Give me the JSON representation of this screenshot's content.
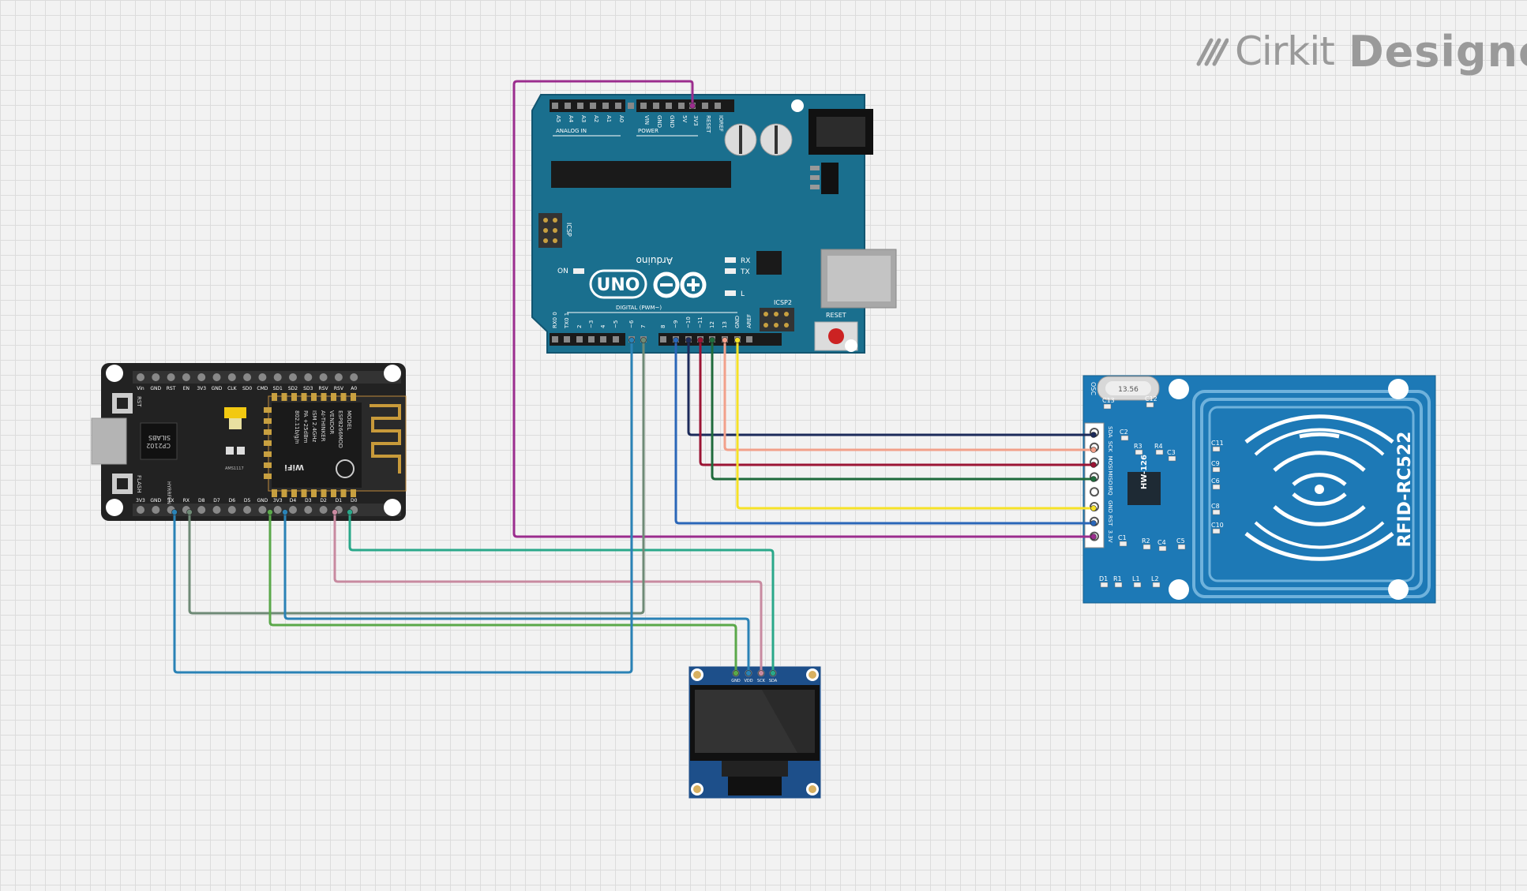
{
  "brand": {
    "name_light": "Cirkit",
    "name_bold": "Designer"
  },
  "components": {
    "arduino": {
      "brand": "Arduino",
      "model": "UNO",
      "reset_label": "RESET",
      "on_label": "ON",
      "rx_label": "RX",
      "tx_label": "TX",
      "l_label": "L",
      "icsp_label": "ICSP",
      "icsp2_label": "ICSP2",
      "analog_label": "ANALOG IN",
      "power_label": "POWER",
      "digital_label": "DIGITAL (PWM~)",
      "top_pins": [
        "A5",
        "A4",
        "A3",
        "A2",
        "A1",
        "A0",
        "",
        "VIN",
        "GND",
        "GND",
        "5V",
        "3V3",
        "RESET",
        "IOREF"
      ],
      "bottom_pins": [
        "RX0 0",
        "TX0 1",
        "2",
        "~3",
        "4",
        "~5",
        "~6",
        "7",
        "8",
        "~9",
        "~10",
        "~11",
        "12",
        "13",
        "GND",
        "AREF"
      ]
    },
    "nodemcu": {
      "top_pins": [
        "Vin",
        "GND",
        "RST",
        "EN",
        "3V3",
        "GND",
        "CLK",
        "SD0",
        "CMD",
        "SD1",
        "SD2",
        "SD3",
        "RSV",
        "RSV",
        "A0"
      ],
      "bottom_pins": [
        "3V3",
        "GND",
        "TX",
        "RX",
        "D8",
        "D7",
        "D6",
        "D5",
        "GND",
        "3V3",
        "D4",
        "D3",
        "D2",
        "D1",
        "D0"
      ],
      "chip_lines": [
        "SILABS",
        "CP2102"
      ],
      "module_lines": [
        "MODEL",
        "ESP8266MOD",
        "VENDOR",
        "AI-THINKER",
        "ISM 2.4GHz",
        "PA +25dBm",
        "802.11b/g/n"
      ],
      "rst_label": "RST",
      "flash_label": "FLASH",
      "maker_label": "HYRRFUN",
      "reg_label": "AMS1117",
      "wifi_label": "WiFi"
    },
    "rfid": {
      "name": "RFID-RC522",
      "board_id": "HW-126",
      "pins": [
        "SDA",
        "SCK",
        "MOSI",
        "MISO",
        "IRQ",
        "GND",
        "RST",
        "3.3V"
      ],
      "crystal": "13.56",
      "osc_label": "OSC",
      "parts": [
        "C13",
        "C12",
        "C2",
        "R3",
        "R4",
        "C3",
        "C11",
        "C9",
        "C6",
        "C8",
        "C10",
        "C1",
        "R2",
        "C4",
        "C5",
        "R1",
        "L1",
        "L2",
        "D1"
      ]
    },
    "oled": {
      "pins": [
        "GND",
        "VDD",
        "SCK",
        "SDA"
      ]
    }
  },
  "wire_colors": {
    "purple": "#9b2d8e",
    "navy": "#1c2a5a",
    "salmon": "#f2a08a",
    "maroon": "#9b1434",
    "dkgreen": "#1f6b3c",
    "yellow": "#f6e227",
    "blue": "#2a66b8",
    "teal": "#2aa88a",
    "pink": "#c88aa0",
    "gray": "#6e8a76",
    "green": "#5aa84a",
    "cyan": "#2a82b6"
  }
}
